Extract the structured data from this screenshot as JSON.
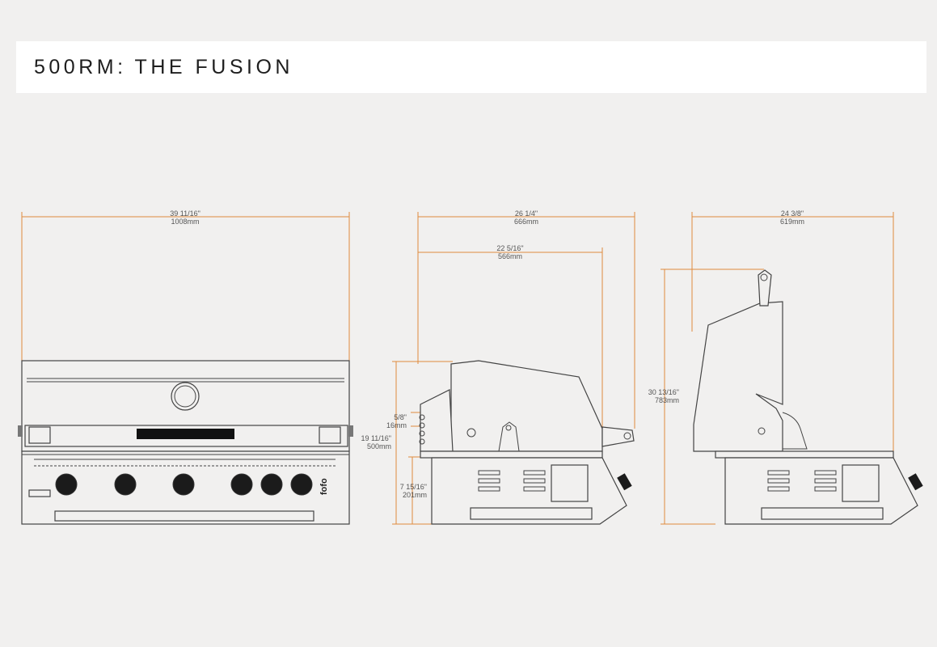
{
  "header": {
    "model": "500RM:",
    "name": "THE FUSION"
  },
  "colors": {
    "dimension": "#e08a3c",
    "outline": "#444444",
    "background": "#f1f0ef",
    "header_bg": "#ffffff"
  },
  "front_view": {
    "width": {
      "imperial": "39 11/16\"",
      "metric": "1008mm"
    },
    "brand": "fofo"
  },
  "side_view": {
    "overall_depth": {
      "imperial": "26 1/4\"",
      "metric": "666mm"
    },
    "body_depth": {
      "imperial": "22 5/16\"",
      "metric": "566mm"
    },
    "lid_offset": {
      "imperial": "5/8\"",
      "metric": "16mm"
    },
    "height": {
      "imperial": "19 11/16\"",
      "metric": "500mm"
    },
    "lower_height": {
      "imperial": "7 15/16\"",
      "metric": "201mm"
    }
  },
  "open_view": {
    "depth": {
      "imperial": "24 3/8\"",
      "metric": "619mm"
    },
    "open_height": {
      "imperial": "30 13/16\"",
      "metric": "783mm"
    }
  }
}
